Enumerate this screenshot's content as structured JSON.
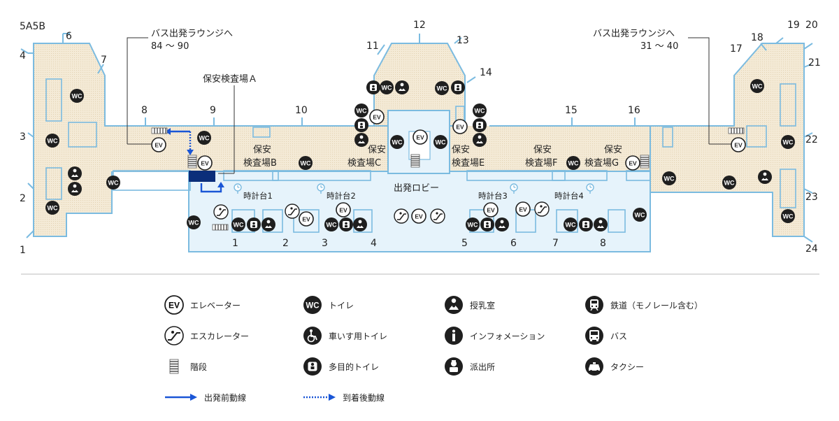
{
  "gates": [
    "1",
    "2",
    "3",
    "4",
    "5A5B",
    "6",
    "7",
    "8",
    "9",
    "10",
    "11",
    "12",
    "13",
    "14",
    "15",
    "16",
    "17",
    "18",
    "19",
    "20",
    "21",
    "22",
    "23",
    "24"
  ],
  "bus_left": {
    "title": "バス出発ラウンジへ",
    "range": "84 ～ 90"
  },
  "bus_right": {
    "title": "バス出発ラウンジへ",
    "range": "31 ～ 40"
  },
  "security_main": "保安検査場Ａ",
  "security": [
    {
      "line1": "保安",
      "line2": "検査場B"
    },
    {
      "line1": "保安",
      "line2": "検査場C"
    },
    {
      "line1": "保安",
      "line2": "検査場E"
    },
    {
      "line1": "保安",
      "line2": "検査場F"
    },
    {
      "line1": "保安",
      "line2": "検査場G"
    }
  ],
  "lobby": "出発ロビー",
  "clocks": [
    "時計台1",
    "時計台2",
    "時計台3",
    "時計台4"
  ],
  "counters": [
    "1",
    "2",
    "3",
    "4",
    "5",
    "6",
    "7",
    "8"
  ],
  "icons": {
    "ev": "EV",
    "wc": "WC"
  },
  "colors": {
    "outline": "#7bbbe0",
    "zone": "#f3e8d2",
    "lobby": "#e6f3fb",
    "icon": "#1f1f1f",
    "arrow": "#1a56d6",
    "security_box": "#0b2e7a"
  },
  "legend": [
    {
      "icon": "elevator-icon",
      "label": "エレベーター"
    },
    {
      "icon": "wc-icon",
      "label": "トイレ"
    },
    {
      "icon": "nursing-room-icon",
      "label": "授乳室"
    },
    {
      "icon": "train-icon",
      "label": "鉄道（モノレール含む）"
    },
    {
      "icon": "escalator-icon",
      "label": "エスカレーター"
    },
    {
      "icon": "wheelchair-wc-icon",
      "label": "車いす用トイレ"
    },
    {
      "icon": "information-icon",
      "label": "インフォメーション"
    },
    {
      "icon": "bus-icon",
      "label": "バス"
    },
    {
      "icon": "stairs-icon",
      "label": "階段"
    },
    {
      "icon": "multipurpose-wc-icon",
      "label": "多目的トイレ"
    },
    {
      "icon": "police-box-icon",
      "label": "派出所"
    },
    {
      "icon": "taxi-icon",
      "label": "タクシー"
    },
    {
      "icon": "departure-route-arrow",
      "label": "出発前動線"
    },
    {
      "icon": "arrival-route-arrow",
      "label": "到着後動線"
    }
  ]
}
